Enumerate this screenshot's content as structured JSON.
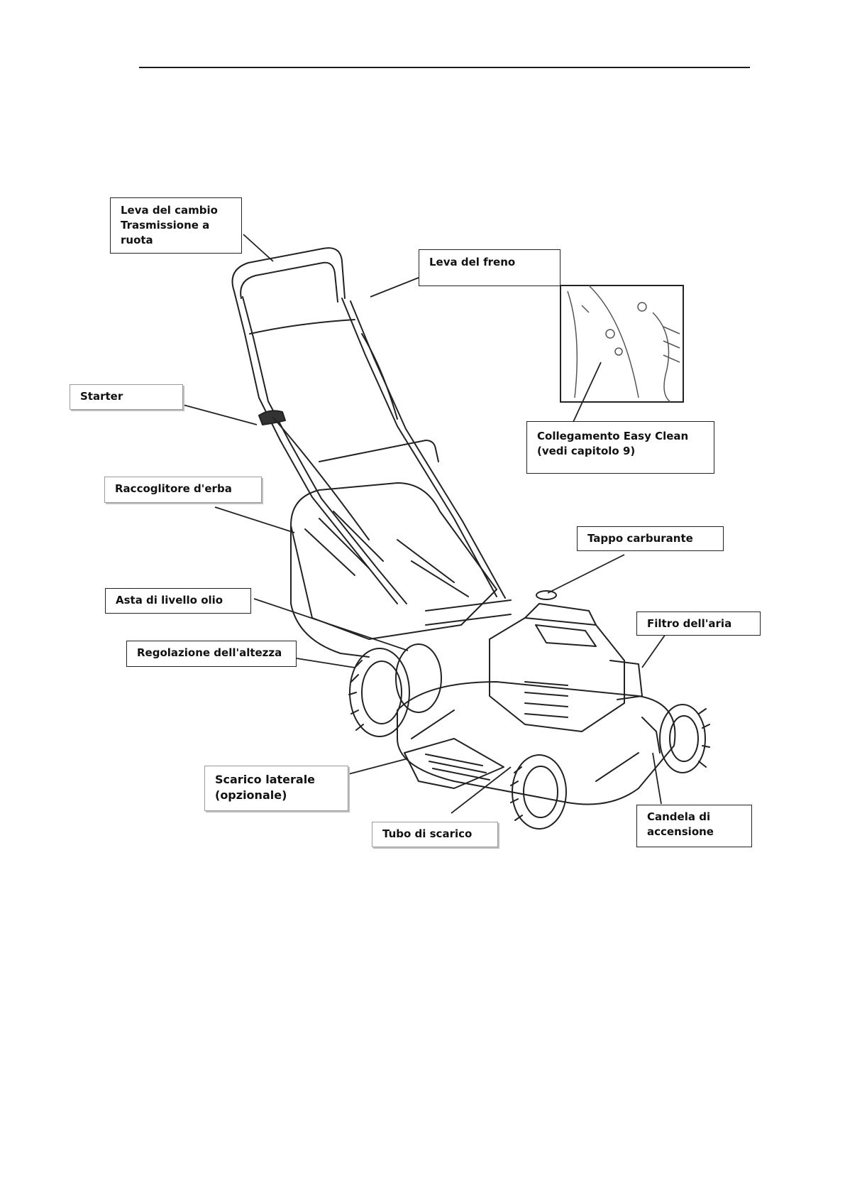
{
  "labels": {
    "shift_lever": [
      "Leva del cambio",
      "Trasmissione  a",
      "ruota"
    ],
    "brake_lever": "Leva del  freno",
    "starter": "Starter",
    "easy_clean": [
      "Collegamento  Easy Clean",
      "(vedi capitolo  9)"
    ],
    "grass_catcher": "Raccoglitore d'erba",
    "fuel_cap": "Tappo  carburante",
    "oil_dipstick": "Asta di livello olio",
    "air_filter": "Filtro dell'aria",
    "height_adjust": "Regolazione  dell'altezza",
    "side_discharge": [
      "Scarico laterale",
      "(opzionale)"
    ],
    "spark_plug": [
      "Candela  di",
      "accensione"
    ],
    "exhaust": "Tubo di scarico"
  },
  "colors": {
    "ink": "#111111",
    "line": "#222222"
  }
}
